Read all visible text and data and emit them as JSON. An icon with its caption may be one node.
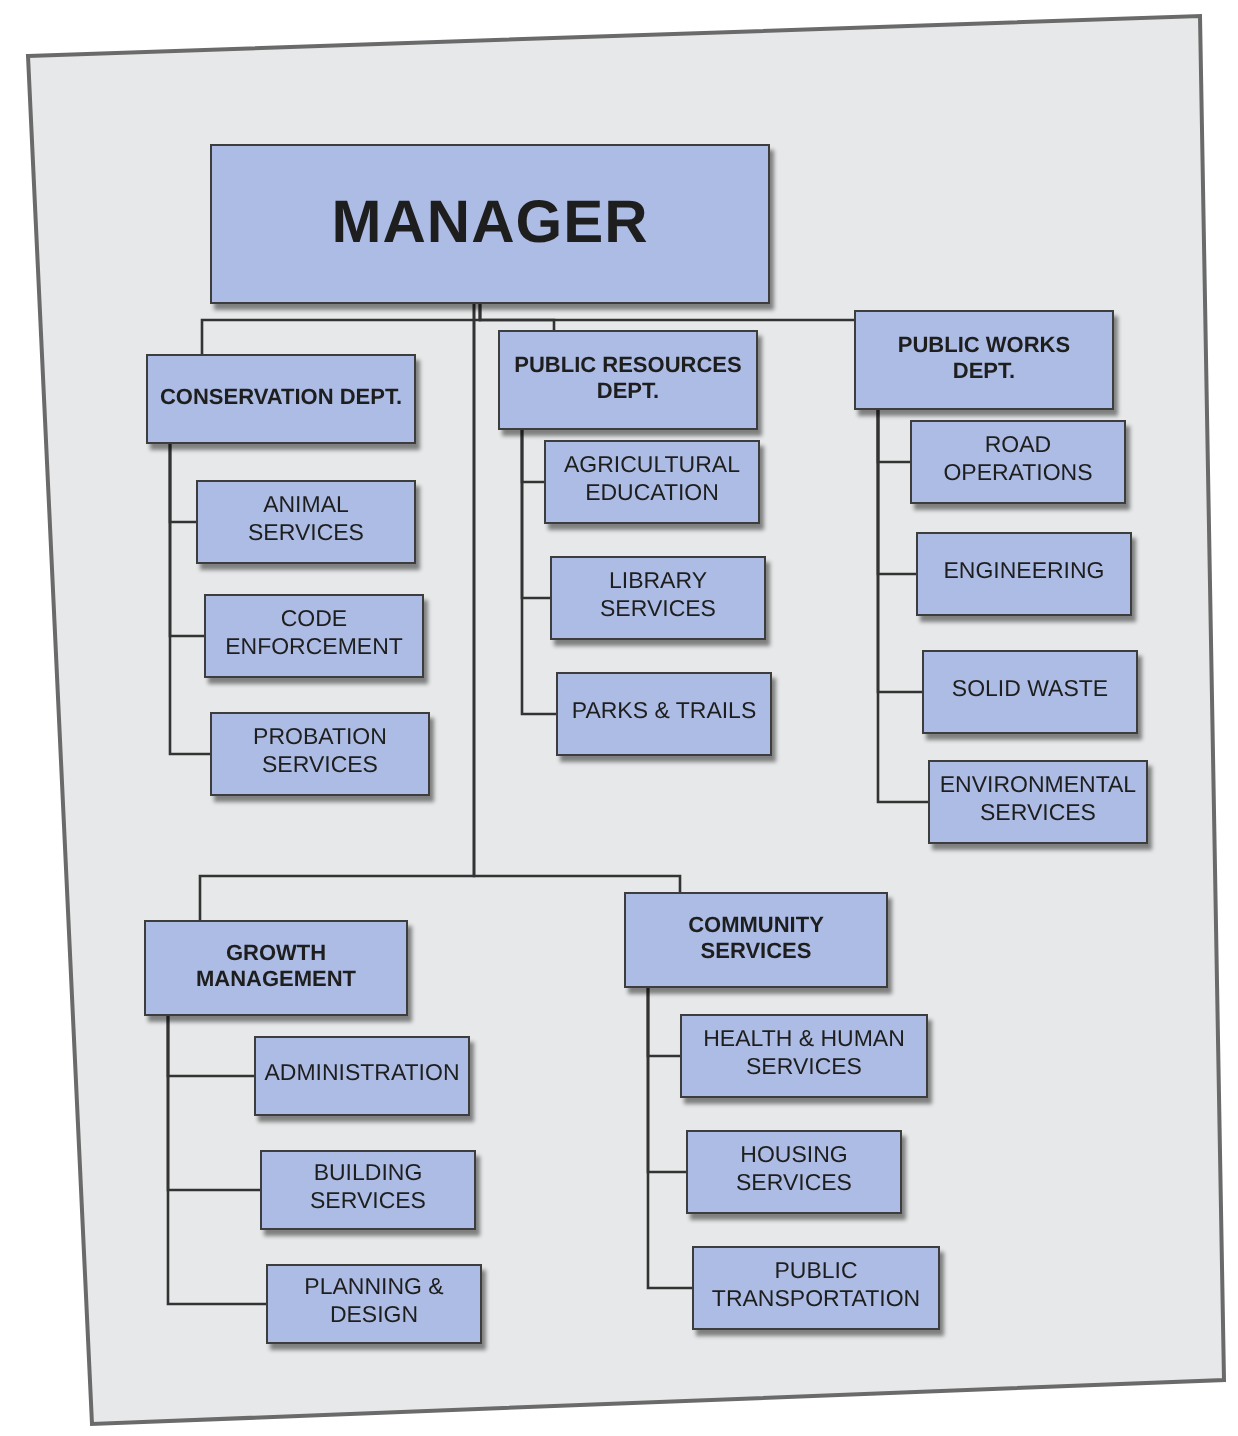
{
  "diagram": {
    "nodes": [
      {
        "text": [
          "MANAGER"
        ]
      },
      {
        "text": [
          "CONSERVATION DEPT."
        ]
      },
      {
        "text": [
          "ANIMAL SERVICES"
        ]
      },
      {
        "text": [
          "CODE ENFORCEMENT"
        ]
      },
      {
        "text": [
          "PROBATION SERVICES"
        ]
      },
      {
        "text": [
          "PUBLIC RESOURCES DEPT."
        ]
      },
      {
        "text": [
          "AGRICULTURAL EDUCATION"
        ]
      },
      {
        "text": [
          "LIBRARY SERVICES"
        ]
      },
      {
        "text": [
          "PARKS & TRAILS"
        ]
      },
      {
        "text": [
          "PUBLIC WORKS DEPT."
        ]
      },
      {
        "text": [
          "ROAD OPERATIONS"
        ]
      },
      {
        "text": [
          "ENGINEERING"
        ]
      },
      {
        "text": [
          "SOLID WASTE"
        ]
      },
      {
        "text": [
          "ENVIRONMENTAL SERVICES"
        ]
      },
      {
        "text": [
          "GROWTH MANAGEMENT"
        ]
      },
      {
        "text": [
          "ADMINISTRATION"
        ]
      },
      {
        "text": [
          "BUILDING SERVICES"
        ]
      },
      {
        "text": [
          "PLANNING & DESIGN"
        ]
      },
      {
        "text": [
          "COMMUNITY SERVICES"
        ]
      },
      {
        "text": [
          "HEALTH & HUMAN SERVICES"
        ]
      },
      {
        "text": [
          "HOUSING SERVICES"
        ]
      },
      {
        "text": [
          "PUBLIC TRANSPORTATION"
        ]
      }
    ],
    "edges": [
      {
        "from": 0,
        "to": 1,
        "arrow": "none"
      },
      {
        "from": 0,
        "to": 5,
        "arrow": "none"
      },
      {
        "from": 0,
        "to": 9,
        "arrow": "none"
      },
      {
        "from": 0,
        "to": 14,
        "arrow": "none"
      },
      {
        "from": 0,
        "to": 18,
        "arrow": "none"
      },
      {
        "from": 1,
        "to": 2,
        "arrow": "none"
      },
      {
        "from": 1,
        "to": 3,
        "arrow": "none"
      },
      {
        "from": 1,
        "to": 4,
        "arrow": "none"
      },
      {
        "from": 5,
        "to": 6,
        "arrow": "none"
      },
      {
        "from": 5,
        "to": 7,
        "arrow": "none"
      },
      {
        "from": 5,
        "to": 8,
        "arrow": "none"
      },
      {
        "from": 9,
        "to": 10,
        "arrow": "none"
      },
      {
        "from": 9,
        "to": 11,
        "arrow": "none"
      },
      {
        "from": 9,
        "to": 12,
        "arrow": "none"
      },
      {
        "from": 9,
        "to": 13,
        "arrow": "none"
      },
      {
        "from": 14,
        "to": 15,
        "arrow": "none"
      },
      {
        "from": 14,
        "to": 16,
        "arrow": "none"
      },
      {
        "from": 14,
        "to": 17,
        "arrow": "none"
      },
      {
        "from": 18,
        "to": 19,
        "arrow": "none"
      },
      {
        "from": 18,
        "to": 20,
        "arrow": "none"
      },
      {
        "from": 18,
        "to": 21,
        "arrow": "none"
      }
    ]
  }
}
